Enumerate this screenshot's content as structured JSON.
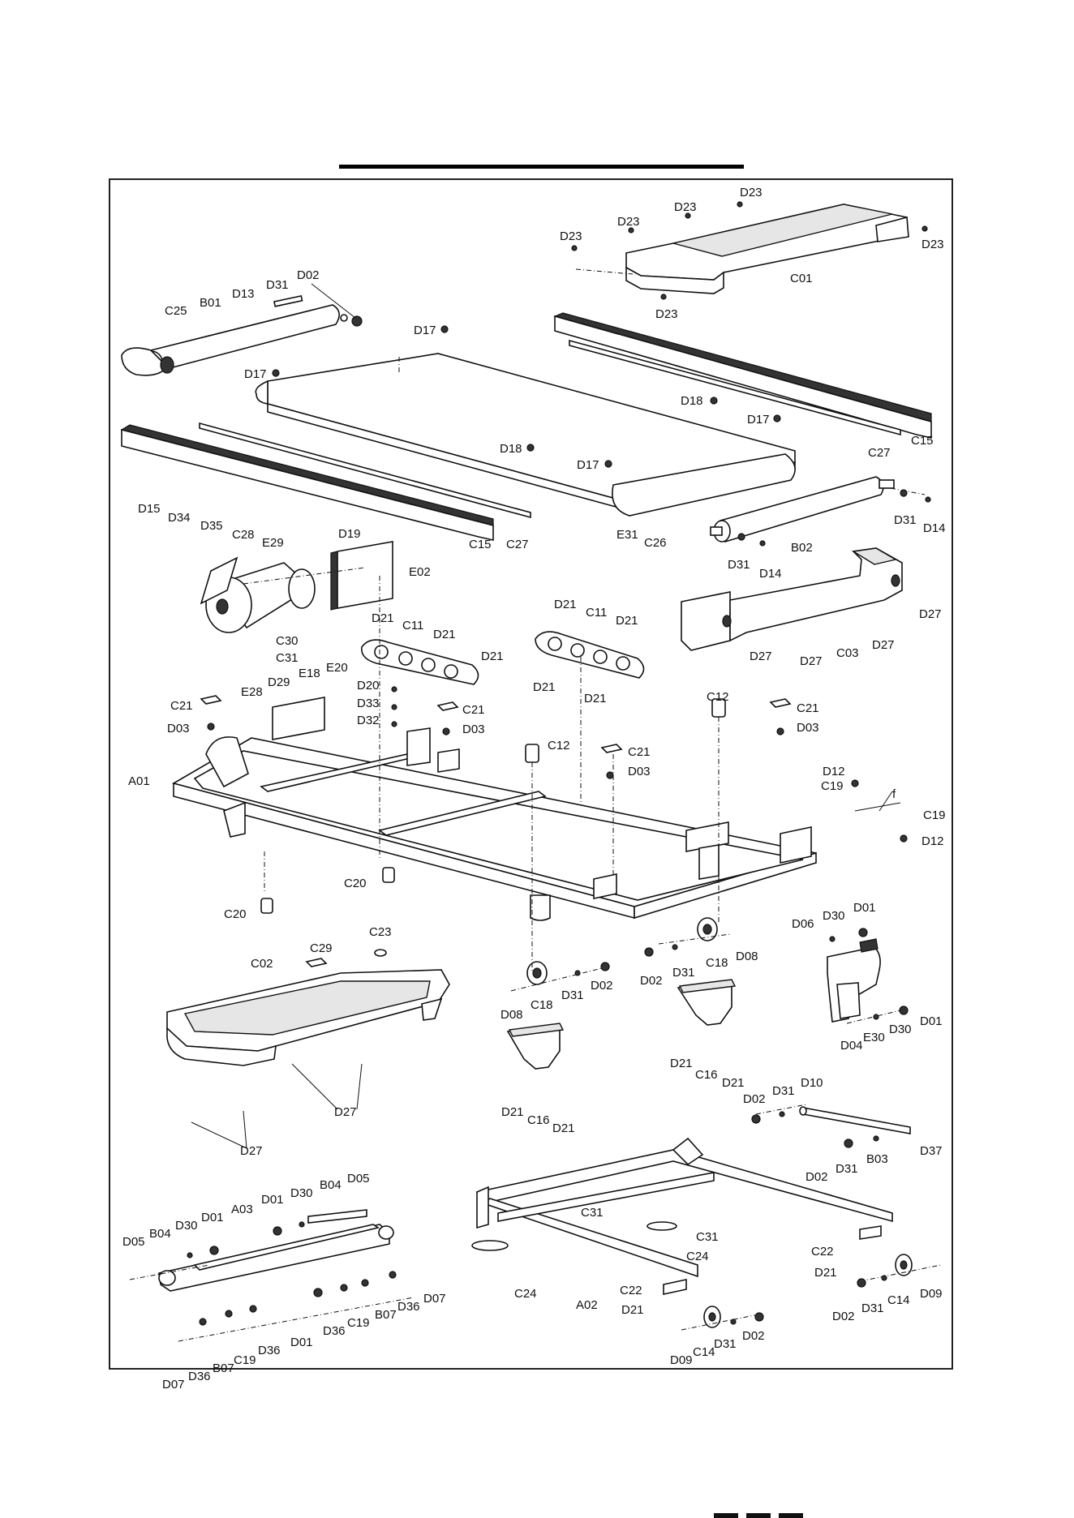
{
  "labels": {
    "c01": "C01",
    "d23": "D23",
    "b01": "B01",
    "c25": "C25",
    "d13": "D13",
    "d31": "D31",
    "d02": "D02",
    "d17": "D17",
    "d18": "D18",
    "c15": "C15",
    "c27": "C27",
    "e31": "E31",
    "c26": "C26",
    "b02": "B02",
    "d14": "D14",
    "d15": "D15",
    "d34": "D34",
    "d35": "D35",
    "c28": "C28",
    "e29": "E29",
    "d19": "D19",
    "e02": "E02",
    "d21": "D21",
    "c11": "C11",
    "c30": "C30",
    "c31": "C31",
    "d29": "D29",
    "e18": "E18",
    "e20": "E20",
    "e28": "E28",
    "c21": "C21",
    "d03": "D03",
    "d20": "D20",
    "d33": "D33",
    "d32": "D32",
    "c12": "C12",
    "d27": "D27",
    "c03": "C03",
    "a01": "A01",
    "d12": "D12",
    "c19": "C19",
    "f": "f",
    "c20": "C20",
    "c23": "C23",
    "c29": "C29",
    "c02": "C02",
    "d08": "D08",
    "c18": "C18",
    "d06": "D06",
    "d30": "D30",
    "d01": "D01",
    "d04": "D04",
    "e30": "E30",
    "c16": "C16",
    "d10": "D10",
    "b03": "B03",
    "d37": "D37",
    "d05": "D05",
    "b04": "B04",
    "a03": "A03",
    "d07": "D07",
    "d36": "D36",
    "c31b": "C31",
    "c22": "C22",
    "c24": "C24",
    "a02": "A02",
    "c14": "C14",
    "d09": "D09",
    "b07": "B07"
  }
}
